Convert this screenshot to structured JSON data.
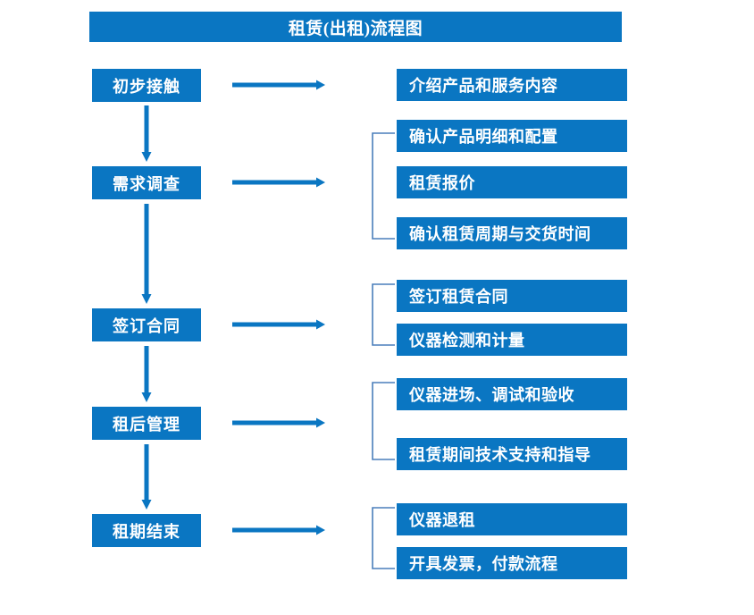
{
  "diagram": {
    "title": "租赁(出租)流程图",
    "accent_color": "#0A76C2",
    "bracket_color": "#4A7EBB",
    "text_color": "#FFFFFF",
    "background_color": "#FFFFFF",
    "type": "flowchart",
    "stages": [
      {
        "id": "stage-1",
        "label": "初步接触"
      },
      {
        "id": "stage-2",
        "label": "需求调查"
      },
      {
        "id": "stage-3",
        "label": "签订合同"
      },
      {
        "id": "stage-4",
        "label": "租后管理"
      },
      {
        "id": "stage-5",
        "label": "租期结束"
      }
    ],
    "details": [
      {
        "id": "detail-1-1",
        "stage": "初步接触",
        "label": "介绍产品和服务内容"
      },
      {
        "id": "detail-2-1",
        "stage": "需求调查",
        "label": "确认产品明细和配置"
      },
      {
        "id": "detail-2-2",
        "stage": "需求调查",
        "label": "租赁报价"
      },
      {
        "id": "detail-2-3",
        "stage": "需求调查",
        "label": "确认租赁周期与交货时间"
      },
      {
        "id": "detail-3-1",
        "stage": "签订合同",
        "label": "签订租赁合同"
      },
      {
        "id": "detail-3-2",
        "stage": "签订合同",
        "label": "仪器检测和计量"
      },
      {
        "id": "detail-4-1",
        "stage": "租后管理",
        "label": "仪器进场、调试和验收"
      },
      {
        "id": "detail-4-2",
        "stage": "租后管理",
        "label": "租赁期间技术支持和指导"
      },
      {
        "id": "detail-5-1",
        "stage": "租期结束",
        "label": "仪器退租"
      },
      {
        "id": "detail-5-2",
        "stage": "租期结束",
        "label": "开具发票，付款流程"
      }
    ]
  }
}
